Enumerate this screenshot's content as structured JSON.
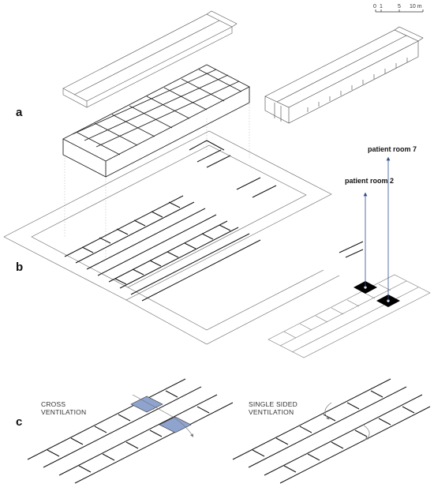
{
  "panels": {
    "a": "a",
    "b": "b",
    "c": "c"
  },
  "scale_bar": {
    "ticks": [
      "0",
      "1",
      "5",
      "10 m"
    ]
  },
  "callouts": {
    "room7": "patient room 7",
    "room2": "patient room 2"
  },
  "ventilation": {
    "cross": [
      "CROSS",
      "VENTILATION"
    ],
    "single": [
      "SINGLE SIDED",
      "VENTILATION"
    ]
  },
  "colors": {
    "line": "#3a3a3a",
    "accent": "#2f4f8f",
    "blue_fill": "#8fa3cf"
  }
}
